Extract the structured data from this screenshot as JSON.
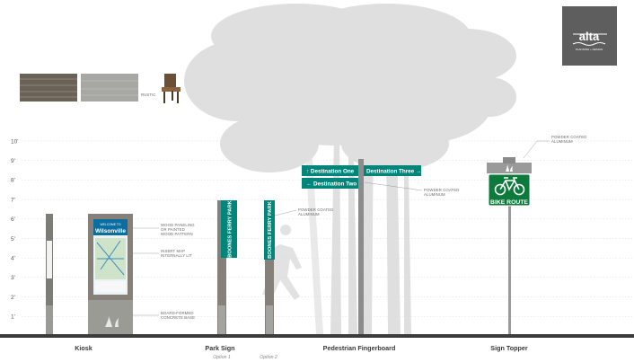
{
  "brand": {
    "logo_text": "alta",
    "logo_sub": "PLANNING + DESIGN",
    "logo_bg": "#5e5e5e"
  },
  "materials": {
    "caption": "RUSTIC"
  },
  "scale": {
    "ticks": [
      "10'",
      "9'",
      "8'",
      "7'",
      "6'",
      "5'",
      "4'",
      "3'",
      "2'",
      "1'"
    ]
  },
  "kiosk": {
    "panel_title": "WELCOME TO",
    "panel_city": "Wilsonville",
    "notes": [
      "WOOD PANELING",
      "OR PAINTED",
      "WOOD PATTERN",
      "INSERT MAP",
      "INTERNALLY LIT",
      "BOARD-FORMED",
      "CONCRETE BASE"
    ],
    "label": "Kiosk"
  },
  "park_sign": {
    "text": "BOONES FERRY PARK",
    "notes": [
      "POWDER COATED",
      "ALUMINUM"
    ],
    "label": "Park Sign",
    "options": [
      "Option 1",
      "Option 2"
    ]
  },
  "fingerboard": {
    "destinations": [
      "Destination One",
      "Destination Two",
      "Destination Three"
    ],
    "notes": [
      "POWDER COATED",
      "ALUMINUM"
    ],
    "label": "Pedestrian Fingerboard"
  },
  "sign_topper": {
    "sign_text": "BIKE ROUTE",
    "notes": [
      "POWDER COATED",
      "ALUMINUM"
    ],
    "label": "Sign Topper"
  },
  "colors": {
    "teal": "#00857a",
    "bike_green": "#0b7a3b",
    "ground": "#3c3c3c",
    "tree": "#dedede"
  }
}
